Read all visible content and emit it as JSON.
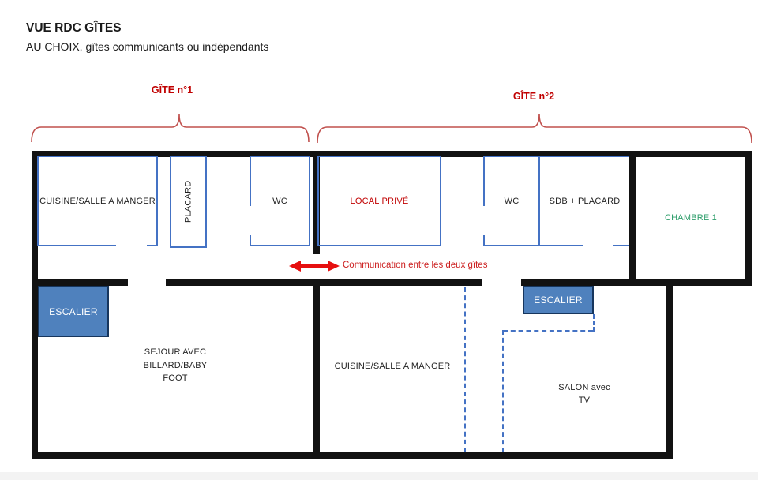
{
  "colors": {
    "wall": "#121212",
    "line": "#4472c4",
    "esc_fill": "#4f81bd",
    "esc_border": "#17365d",
    "esc_text": "#ffffff",
    "red_label": "#c00000",
    "red_text": "#cc1f1f",
    "arrow": "#e60f0f",
    "brace": "#c0504d",
    "green_label": "#2e9e6b",
    "ink": "#1a1a1a"
  },
  "header": {
    "title": "VUE RDC GÎTES",
    "subtitle": "AU CHOIX, gîtes communicants ou indépendants"
  },
  "braces": {
    "gite1_label": "GÎTE n°1",
    "gite2_label": "GÎTE n°2"
  },
  "plan": {
    "gite1": {
      "cuisine": "CUISINE/SALLE A MANGER",
      "placard": "PLACARD",
      "wc": "WC",
      "escalier": "ESCALIER",
      "sejour_lines": [
        "SEJOUR AVEC",
        "BILLARD/BABY",
        "FOOT"
      ]
    },
    "gite2": {
      "local_prive": "LOCAL PRIVÉ",
      "wc": "WC",
      "sdb": "SDB + PLACARD",
      "chambre": "CHAMBRE 1",
      "escalier": "ESCALIER",
      "cuisine": "CUISINE/SALLE A MANGER",
      "salon_lines": [
        "SALON avec",
        "TV"
      ]
    },
    "communication": "Communication entre les deux gîtes"
  }
}
